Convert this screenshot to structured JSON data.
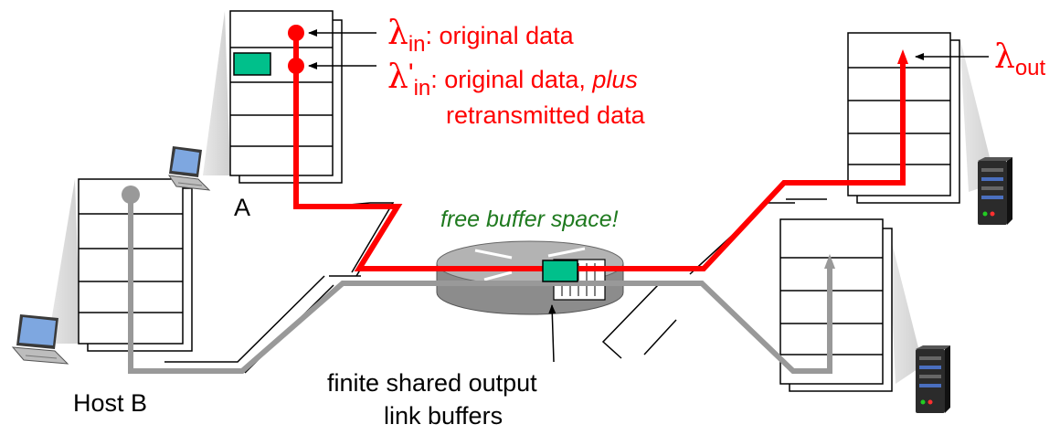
{
  "labels": {
    "lambda_symbol": "λ",
    "lambda_in_sub": "in",
    "lambda_in_text": ": original data",
    "lambda_prime_mark": "'",
    "lambda_prime_sub": "in",
    "lambda_prime_text": ": original data, ",
    "lambda_prime_plus": "plus",
    "lambda_prime_text2": "retransmitted data",
    "lambda_out_sub": "out",
    "host_a": "A",
    "host_b": "Host B",
    "free_buffer": "free buffer space!",
    "buffers_line1": "finite shared output",
    "buffers_line2": "link buffers"
  },
  "colors": {
    "flow_red": "#ff0000",
    "flow_gray": "#999999",
    "buffer_green": "#00c08b",
    "router_body": "#8c8c8c",
    "router_top": "#b3b3b3",
    "label_green": "#1f7a1f"
  }
}
